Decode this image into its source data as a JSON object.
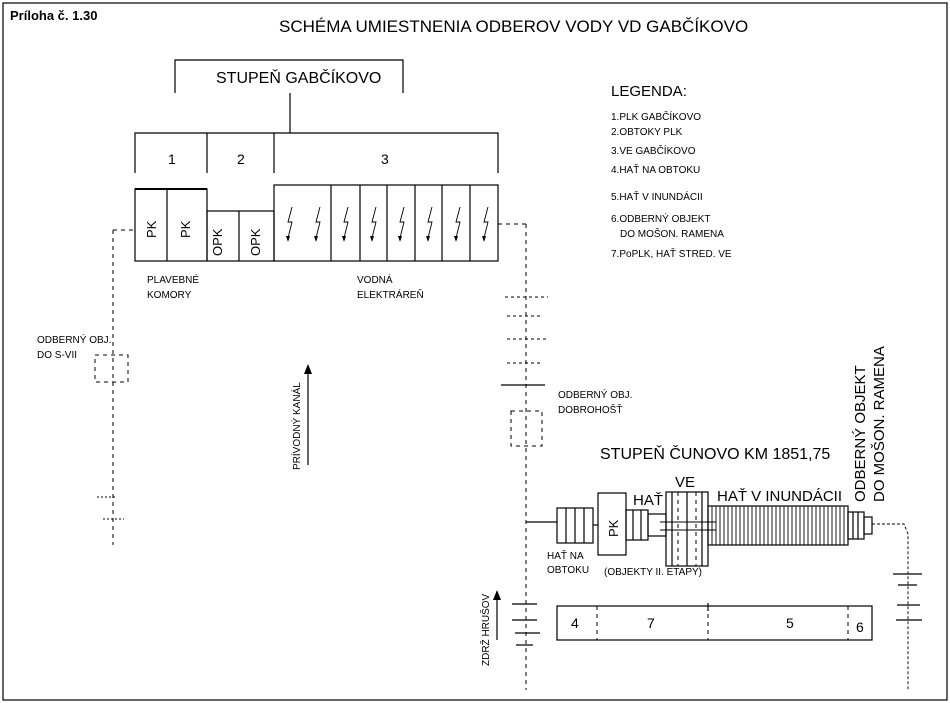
{
  "page_label": "Príloha č. 1.30",
  "title": "SCHÉMA UMIESTNENIA ODBEROV VODY VD GABČÍKOVO",
  "gabcikovo": {
    "label": "STUPEŇ GABČÍKOVO",
    "sections": [
      "1",
      "2",
      "3"
    ],
    "lock_label_a": "PK",
    "lock_label_b": "PK",
    "opk_label_a": "OPK",
    "opk_label_b": "OPK",
    "locks_caption": [
      "PLAVEBNÉ",
      "KOMORY"
    ],
    "plant_caption": [
      "VODNÁ",
      "ELEKTRÁREŇ"
    ]
  },
  "legend": {
    "title": "LEGENDA:",
    "items": [
      "1.PLK GABČÍKOVO",
      "2.OBTOKY PLK",
      "3.VE GABČÍKOVO",
      "4.HAŤ NA OBTOKU",
      "5.HAŤ V INUNDÁCII",
      "6.ODBERNÝ OBJEKT",
      "DO MOŠON. RAMENA",
      "7.PoPLK, HAŤ STRED. VE"
    ]
  },
  "labels": {
    "intake_s7": [
      "ODBERNÝ OBJ.",
      "DO S-VII"
    ],
    "intake_dobrohost": [
      "ODBERNÝ OBJ.",
      "DOBROHOŠŤ"
    ],
    "feeder_canal": "PRÍVODNÝ KANÁL",
    "reservoir": "ZDRŽ HRUŠOV",
    "cunovo_title": "STUPEŇ ČUNOVO KM 1851,75",
    "weir_bypass": [
      "HAŤ NA",
      "OBTOKU"
    ],
    "pk": "PK",
    "hat": "HAŤ",
    "ve": "VE",
    "weir_inundation": "HAŤ V INUNDÁCII",
    "stage2": "(OBJEKTY II. ETAPY)",
    "mosoni_intake": [
      "ODBERNÝ OBJEKT",
      "DO MOŠON. RAMENA"
    ]
  },
  "cunovo_sections": [
    "4",
    "7",
    "5",
    "6"
  ]
}
